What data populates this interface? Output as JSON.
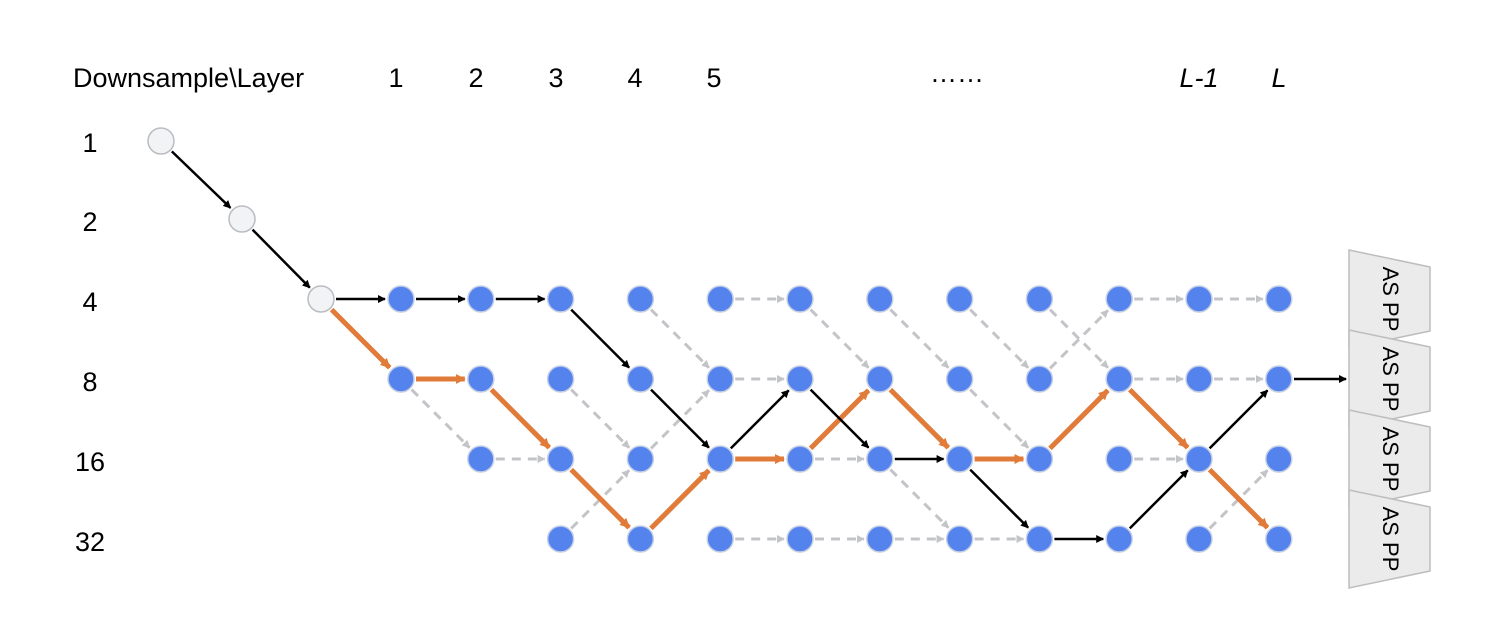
{
  "header": {
    "corner_label": "Downsample\\Layer",
    "column_labels": [
      "1",
      "2",
      "3",
      "4",
      "5",
      "……",
      "L-1",
      "L"
    ]
  },
  "rows": {
    "labels": [
      "1",
      "2",
      "4",
      "8",
      "16",
      "32"
    ]
  },
  "aspp_labels": [
    "AS PP",
    "AS PP",
    "AS PP",
    "AS PP"
  ],
  "colors": {
    "node_fill": "#5483ee",
    "stem_fill": "#f2f3f5",
    "stem_stroke": "#b9bcc2",
    "node_stroke": "#c6cfe3",
    "black_edge": "#000000",
    "orange_edge": "#e07b39",
    "gray_dashed_edge": "#c3c4c7",
    "aspp_fill": "#ebebeb",
    "aspp_stroke": "#bdbdbd"
  },
  "graph": {
    "stem": [
      {
        "row": 0,
        "col": -3
      },
      {
        "row": 1,
        "col": -2
      },
      {
        "row": 2,
        "col": -1
      }
    ],
    "nodes": [
      [
        2,
        0
      ],
      [
        2,
        1
      ],
      [
        2,
        2
      ],
      [
        2,
        3
      ],
      [
        2,
        4
      ],
      [
        2,
        5
      ],
      [
        2,
        6
      ],
      [
        2,
        7
      ],
      [
        2,
        8
      ],
      [
        2,
        9
      ],
      [
        2,
        10
      ],
      [
        2,
        11
      ],
      [
        3,
        0
      ],
      [
        3,
        1
      ],
      [
        3,
        2
      ],
      [
        3,
        3
      ],
      [
        3,
        4
      ],
      [
        3,
        5
      ],
      [
        3,
        6
      ],
      [
        3,
        7
      ],
      [
        3,
        8
      ],
      [
        3,
        9
      ],
      [
        3,
        10
      ],
      [
        3,
        11
      ],
      [
        4,
        1
      ],
      [
        4,
        2
      ],
      [
        4,
        3
      ],
      [
        4,
        4
      ],
      [
        4,
        5
      ],
      [
        4,
        6
      ],
      [
        4,
        7
      ],
      [
        4,
        8
      ],
      [
        4,
        9
      ],
      [
        4,
        10
      ],
      [
        4,
        11
      ],
      [
        5,
        2
      ],
      [
        5,
        3
      ],
      [
        5,
        4
      ],
      [
        5,
        5
      ],
      [
        5,
        6
      ],
      [
        5,
        7
      ],
      [
        5,
        8
      ],
      [
        5,
        9
      ],
      [
        5,
        10
      ],
      [
        5,
        11
      ]
    ],
    "black_path": [
      [
        0,
        -3
      ],
      [
        1,
        -2
      ],
      [
        2,
        -1
      ],
      [
        2,
        0
      ],
      [
        2,
        1
      ],
      [
        2,
        2
      ],
      [
        3,
        3
      ],
      [
        4,
        4
      ],
      [
        3,
        5
      ],
      [
        4,
        6
      ],
      [
        4,
        7
      ],
      [
        5,
        8
      ],
      [
        5,
        9
      ],
      [
        4,
        10
      ],
      [
        3,
        11
      ]
    ],
    "orange_path": [
      [
        2,
        -1
      ],
      [
        3,
        0
      ],
      [
        3,
        1
      ],
      [
        4,
        2
      ],
      [
        5,
        3
      ],
      [
        4,
        4
      ],
      [
        4,
        5
      ],
      [
        3,
        6
      ],
      [
        4,
        7
      ],
      [
        4,
        8
      ],
      [
        3,
        9
      ],
      [
        4,
        10
      ],
      [
        5,
        11
      ]
    ],
    "gray_edges": [
      [
        [
          3,
          0
        ],
        [
          4,
          1
        ]
      ],
      [
        [
          4,
          1
        ],
        [
          4,
          2
        ]
      ],
      [
        [
          5,
          2
        ],
        [
          4,
          3
        ]
      ],
      [
        [
          3,
          2
        ],
        [
          4,
          3
        ]
      ],
      [
        [
          4,
          3
        ],
        [
          3,
          4
        ]
      ],
      [
        [
          2,
          3
        ],
        [
          3,
          4
        ]
      ],
      [
        [
          3,
          4
        ],
        [
          3,
          5
        ]
      ],
      [
        [
          5,
          4
        ],
        [
          5,
          5
        ]
      ],
      [
        [
          5,
          5
        ],
        [
          5,
          6
        ]
      ],
      [
        [
          5,
          6
        ],
        [
          5,
          7
        ]
      ],
      [
        [
          5,
          7
        ],
        [
          5,
          8
        ]
      ],
      [
        [
          2,
          4
        ],
        [
          2,
          5
        ]
      ],
      [
        [
          2,
          5
        ],
        [
          3,
          6
        ]
      ],
      [
        [
          2,
          6
        ],
        [
          3,
          7
        ]
      ],
      [
        [
          3,
          7
        ],
        [
          4,
          8
        ]
      ],
      [
        [
          4,
          5
        ],
        [
          4,
          6
        ]
      ],
      [
        [
          4,
          6
        ],
        [
          5,
          7
        ]
      ],
      [
        [
          2,
          7
        ],
        [
          3,
          8
        ]
      ],
      [
        [
          3,
          8
        ],
        [
          2,
          9
        ]
      ],
      [
        [
          2,
          8
        ],
        [
          3,
          9
        ]
      ],
      [
        [
          2,
          9
        ],
        [
          2,
          10
        ]
      ],
      [
        [
          2,
          10
        ],
        [
          2,
          11
        ]
      ],
      [
        [
          3,
          9
        ],
        [
          3,
          10
        ]
      ],
      [
        [
          3,
          10
        ],
        [
          3,
          11
        ]
      ],
      [
        [
          4,
          9
        ],
        [
          4,
          10
        ]
      ],
      [
        [
          5,
          10
        ],
        [
          4,
          11
        ]
      ]
    ]
  }
}
